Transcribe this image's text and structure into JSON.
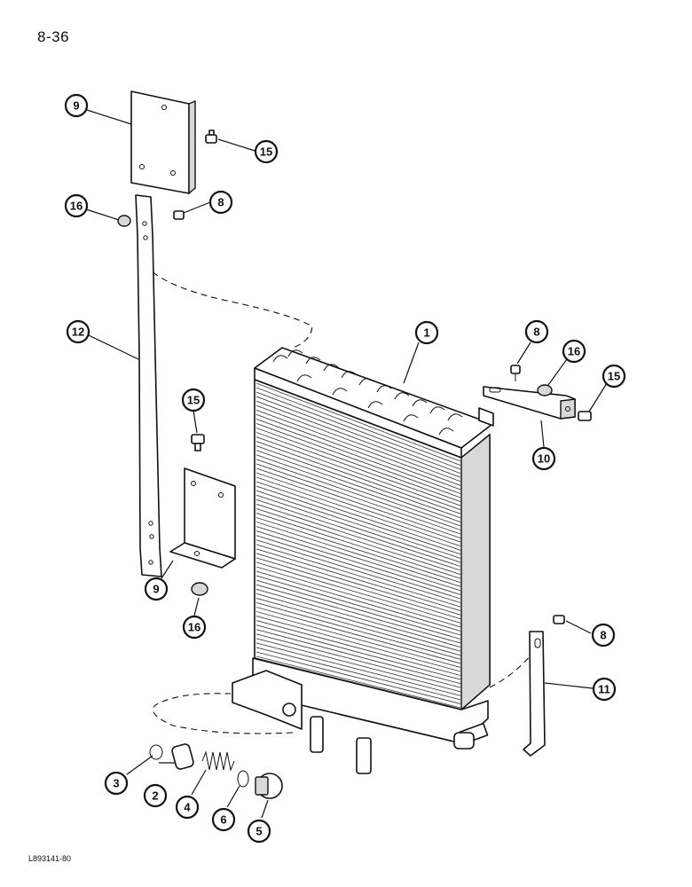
{
  "page": {
    "number": "8-36",
    "code": "L893141-80"
  },
  "callouts": {
    "c9_top": "9",
    "c15_top": "15",
    "c16_left": "16",
    "c8_left": "8",
    "c12": "12",
    "c1": "1",
    "c8_right": "8",
    "c16_right": "16",
    "c15_right": "15",
    "c10": "10",
    "c15_mid": "15",
    "c9_bottom": "9",
    "c16_bottom": "16",
    "c8_lower": "8",
    "c11": "11",
    "c3": "3",
    "c2": "2",
    "c4": "4",
    "c6": "6",
    "c5": "5"
  }
}
